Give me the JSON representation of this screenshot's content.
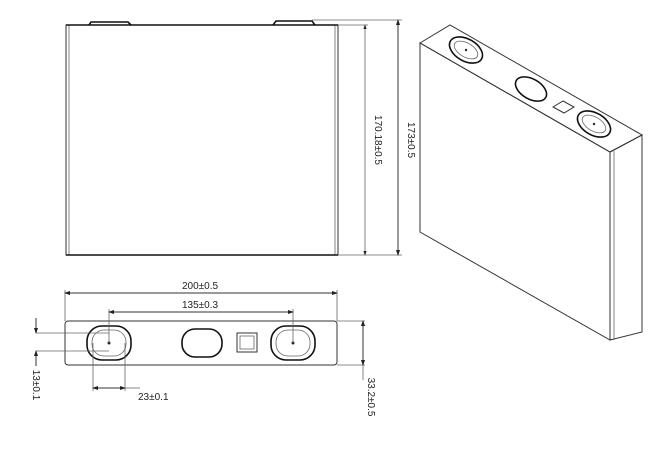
{
  "drawing": {
    "front_view": {
      "height_dim": "170.18±0.5",
      "total_height_dim": "173±0.5"
    },
    "top_view": {
      "width_dim": "200±0.5",
      "terminal_spacing_dim": "135±0.3",
      "terminal_width_dim": "23±0.1",
      "terminal_height_dim": "13±0.1",
      "thickness_dim": "33.2±0.5"
    }
  }
}
